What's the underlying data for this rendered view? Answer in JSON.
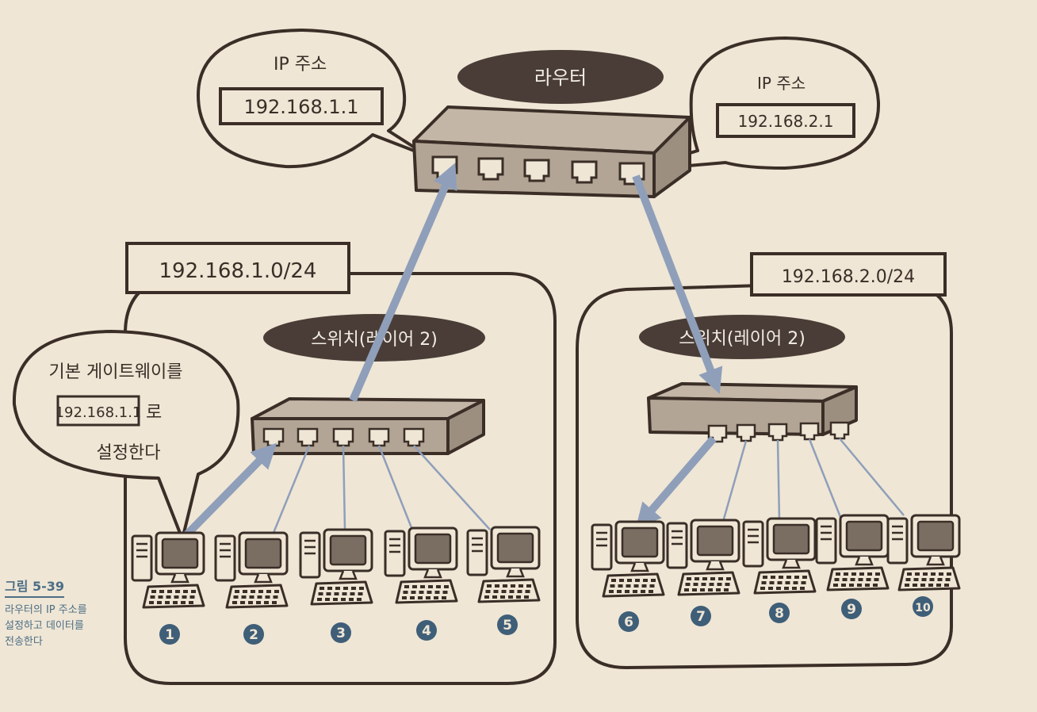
{
  "router": {
    "label": "라우터",
    "left_bubble": {
      "title": "IP 주소",
      "address": "192.168.1.1"
    },
    "right_bubble": {
      "title": "IP 주소",
      "address": "192.168.2.1"
    }
  },
  "network_left": {
    "subnet": "192.168.1.0/24",
    "switch_label": "스위치(레이어 2)",
    "pcs": [
      "1",
      "2",
      "3",
      "4",
      "5"
    ]
  },
  "network_right": {
    "subnet": "192.168.2.0/24",
    "switch_label": "스위치(레이어 2)",
    "pcs": [
      "6",
      "7",
      "8",
      "9",
      "10"
    ]
  },
  "gateway_bubble": {
    "line1": "기본 게이트웨이를",
    "address": "192.168.1.1",
    "suffix": "로",
    "line3": "설정한다"
  },
  "caption": {
    "figure": "그림 5-39",
    "description": "라우터의 IP 주소를 설정하고 데이터를 전송한다"
  },
  "colors": {
    "background": "#efe6d5",
    "outline": "#3a2e27",
    "device": "#b3a595",
    "label_bg": "#4a3d37",
    "arrow": "#8f9fba",
    "badge": "#3f5e78",
    "caption": "#4c6e86"
  }
}
